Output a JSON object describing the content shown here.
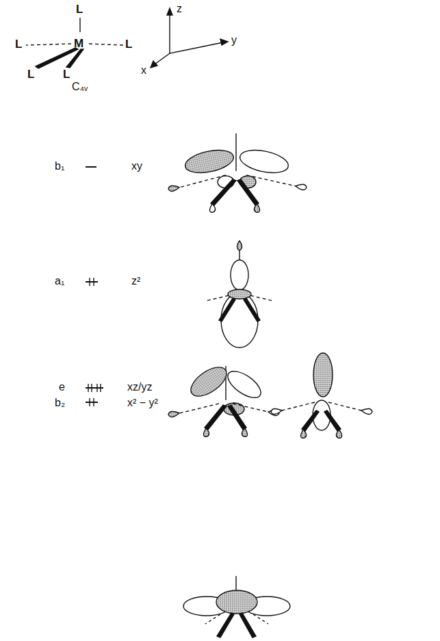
{
  "diagram": {
    "labels": [
      "L",
      "L",
      "L",
      "L",
      "L",
      "M",
      "C₄ᵥ",
      "z",
      "y",
      "x",
      "b₁",
      "xy",
      "a₁",
      "z²",
      "e",
      "xz/yz",
      "b₂",
      "x² − y²"
    ]
  }
}
